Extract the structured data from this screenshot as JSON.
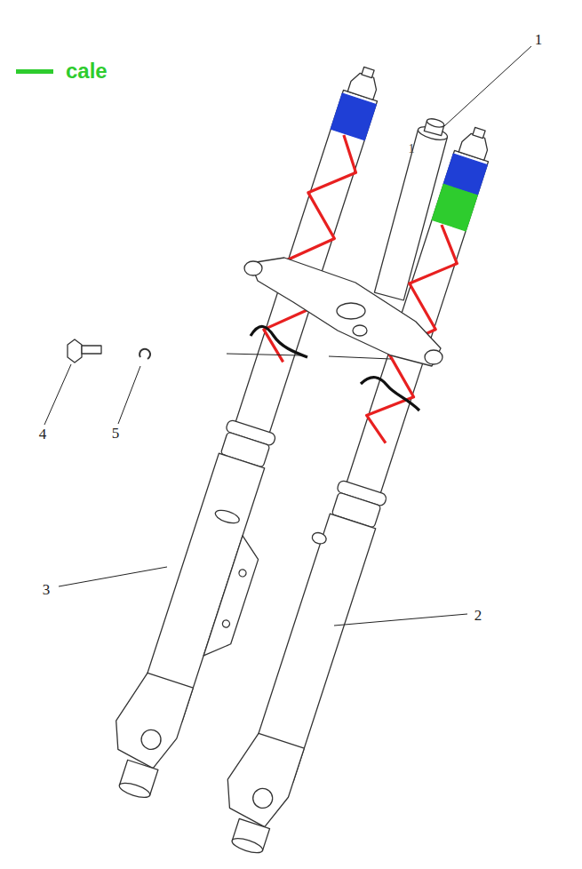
{
  "diagram": {
    "labels": [
      "1",
      "1",
      "4",
      "5",
      "3",
      "2"
    ],
    "legend": [
      {
        "text": "cale",
        "color": "#2ecc2e"
      }
    ]
  }
}
